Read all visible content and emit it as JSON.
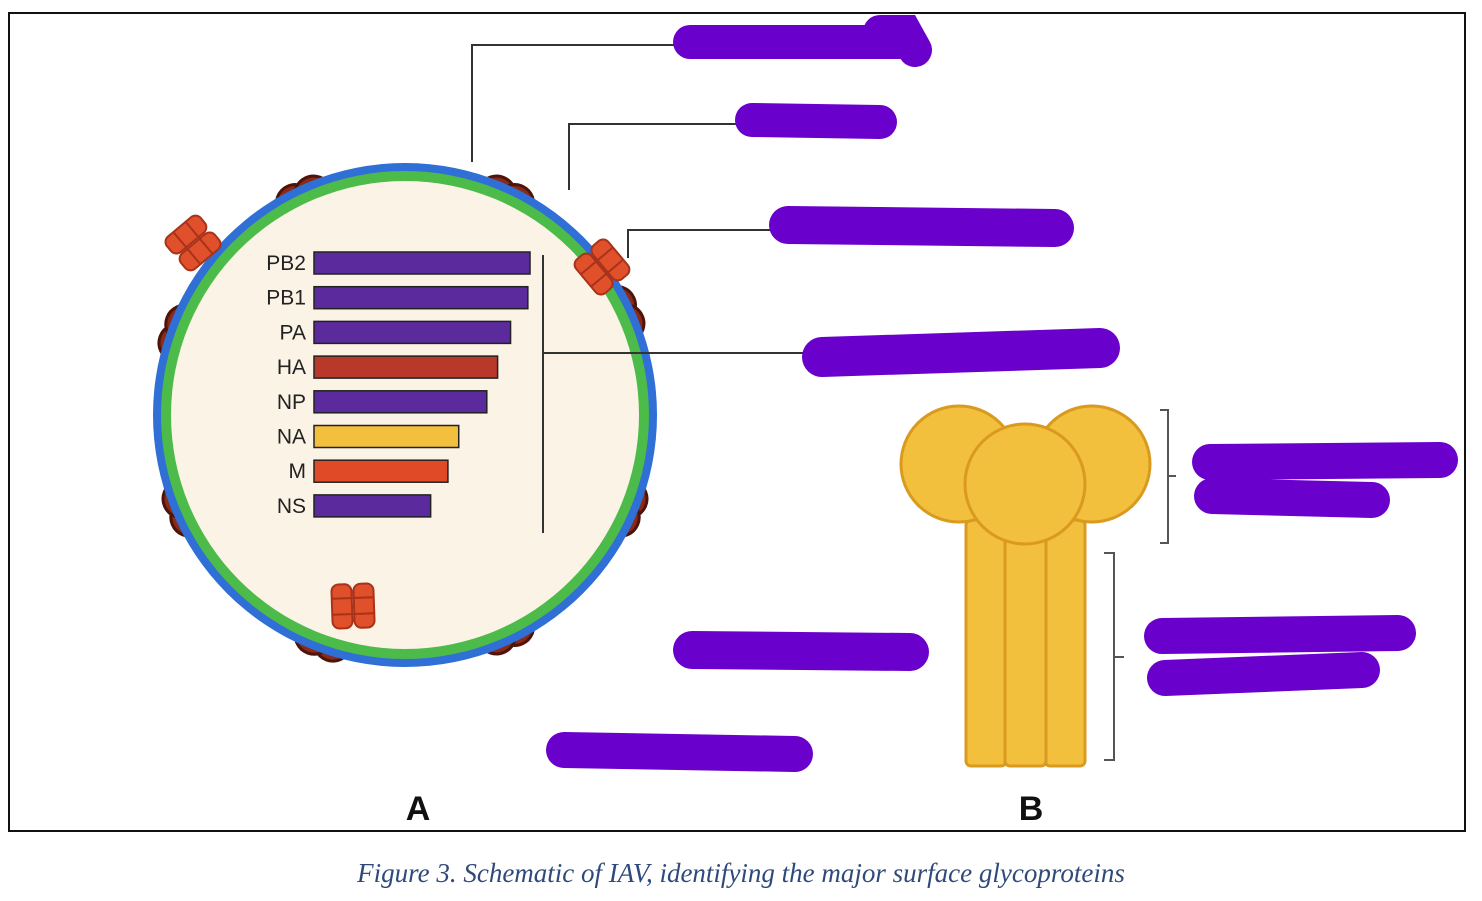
{
  "figure": {
    "panel_a_label": "A",
    "panel_b_label": "B",
    "caption": "Figure 3. Schematic of IAV, identifying the major surface glycoproteins"
  },
  "genome_segments": [
    {
      "label": "PB2",
      "color": "#5b2a9c",
      "relative_length": 1.0
    },
    {
      "label": "PB1",
      "color": "#5b2a9c",
      "relative_length": 0.99
    },
    {
      "label": "PA",
      "color": "#5b2a9c",
      "relative_length": 0.91
    },
    {
      "label": "HA",
      "color": "#b8382a",
      "relative_length": 0.85
    },
    {
      "label": "NP",
      "color": "#5b2a9c",
      "relative_length": 0.8
    },
    {
      "label": "NA",
      "color": "#f2c03c",
      "relative_length": 0.67
    },
    {
      "label": "M",
      "color": "#e04a26",
      "relative_length": 0.62
    },
    {
      "label": "NS",
      "color": "#5b2a9c",
      "relative_length": 0.54
    }
  ],
  "colors": {
    "ha_protein": "#f2c03c",
    "ha_outline": "#d99a1f",
    "na_protein": "#8b2a17",
    "na_outline": "#4e1409",
    "m2_channel": "#e0502a",
    "membrane_outer": "#2f6fd6",
    "membrane_inner": "#4cbb4a",
    "virion_interior": "#fbf3e6",
    "redaction": "#6a00cc"
  }
}
